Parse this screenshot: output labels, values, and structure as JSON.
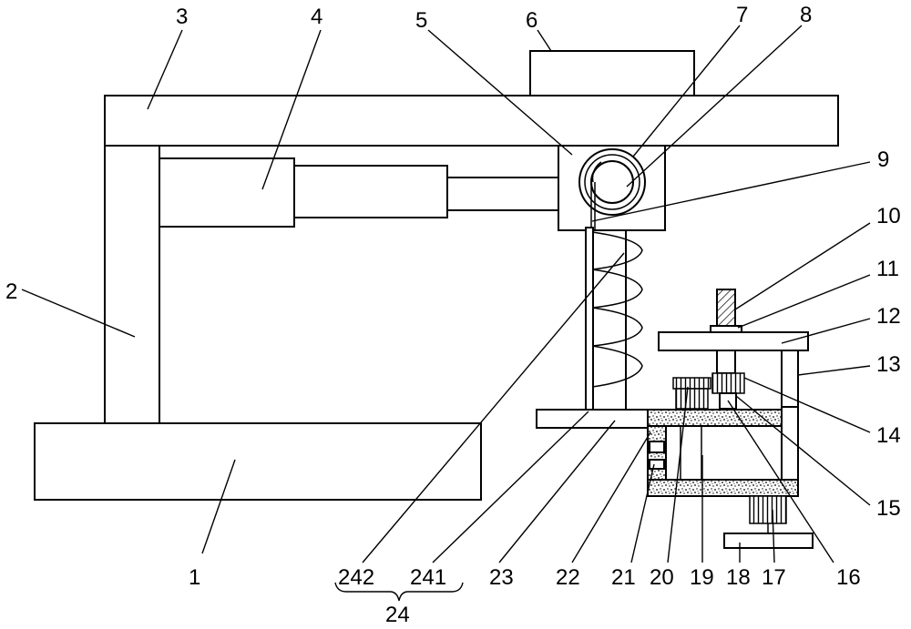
{
  "diagram": {
    "labels": {
      "l1": "1",
      "l2": "2",
      "l3": "3",
      "l4": "4",
      "l5": "5",
      "l6": "6",
      "l7": "7",
      "l8": "8",
      "l9": "9",
      "l10": "10",
      "l11": "11",
      "l12": "12",
      "l13": "13",
      "l14": "14",
      "l15": "15",
      "l16": "16",
      "l17": "17",
      "l18": "18",
      "l19": "19",
      "l20": "20",
      "l21": "21",
      "l22": "22",
      "l23": "23",
      "l241": "241",
      "l242": "242",
      "l24": "24"
    }
  }
}
